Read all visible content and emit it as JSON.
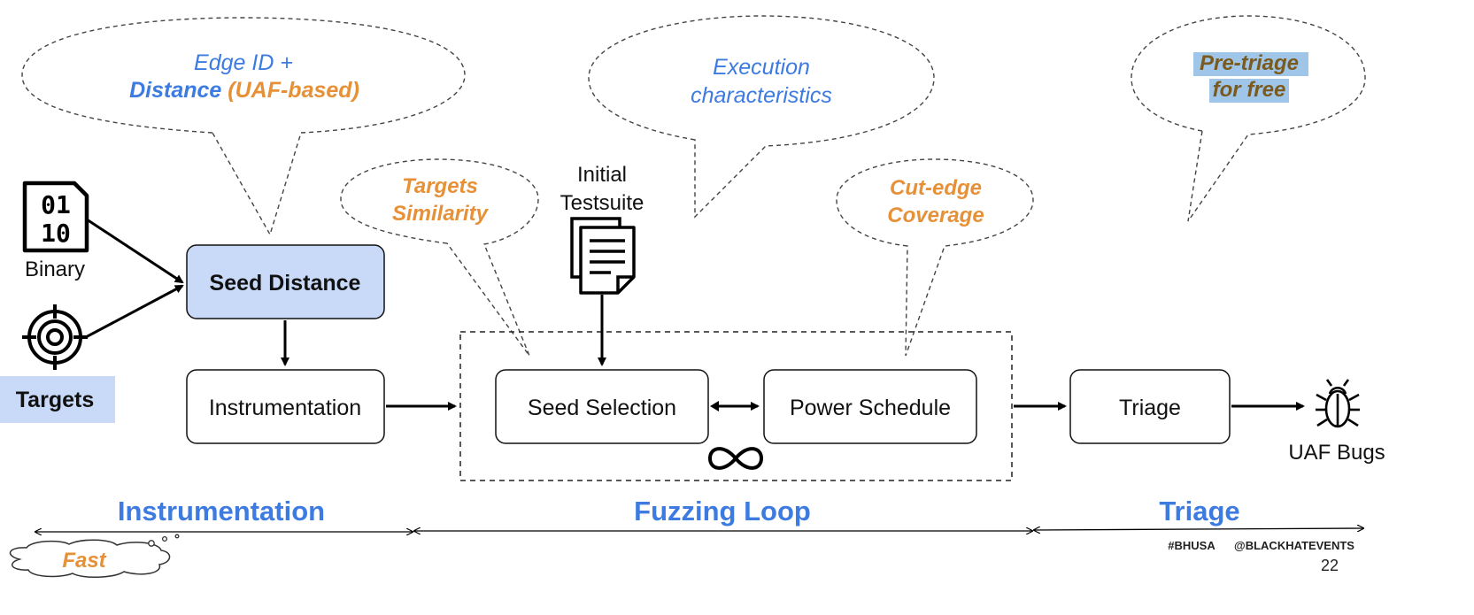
{
  "bubbles": {
    "edge_line1": "Edge ID +",
    "edge_distance": "Distance",
    "edge_uaf": "(UAF-based)",
    "exec_line1": "Execution",
    "exec_line2": "characteristics",
    "pretriage_line1": "Pre-triage",
    "pretriage_line2": "for free",
    "targets_line1": "Targets",
    "targets_line2": "Similarity",
    "cutedge_line1": "Cut-edge",
    "cutedge_line2": "Coverage"
  },
  "inputs": {
    "binary": "Binary",
    "targets": "Targets",
    "initial_line1": "Initial",
    "initial_line2": "Testsuite"
  },
  "boxes": {
    "seed_distance": "Seed Distance",
    "instrumentation": "Instrumentation",
    "seed_selection": "Seed Selection",
    "power_schedule": "Power Schedule",
    "triage": "Triage"
  },
  "outputs": {
    "uaf_bugs": "UAF Bugs"
  },
  "phases": {
    "instrumentation": "Instrumentation",
    "fuzzing_loop": "Fuzzing Loop",
    "triage": "Triage",
    "fast": "Fast"
  },
  "footer": {
    "hashtag": "#BHUSA",
    "handle": "@BLACKHATEVENTS",
    "page": "22"
  },
  "colors": {
    "blue_text": "#3d7be0",
    "orange_text": "#e69138",
    "seed_distance_fill": "#c9daf8",
    "targets_fill": "#c9daf8",
    "pretriage_highlight": "#9fc5e8"
  }
}
